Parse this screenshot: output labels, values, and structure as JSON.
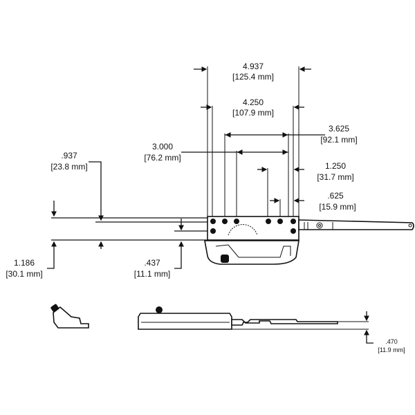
{
  "dimensions": {
    "overall_width": {
      "inch": "4.937",
      "mm": "[125.4 mm]"
    },
    "inner_width": {
      "inch": "4.250",
      "mm": "[107.9 mm]"
    },
    "hole_span_a": {
      "inch": "3.625",
      "mm": "[92.1 mm]"
    },
    "hole_span_b": {
      "inch": "3.000",
      "mm": "[76.2 mm]"
    },
    "arm_offset": {
      "inch": ".937",
      "mm": "[23.8 mm]"
    },
    "hole_span_c": {
      "inch": "1.250",
      "mm": "[31.7 mm]"
    },
    "hole_span_d": {
      "inch": ".625",
      "mm": "[15.9 mm]"
    },
    "total_height": {
      "inch": "1.186",
      "mm": "[30.1 mm]"
    },
    "base_height": {
      "inch": ".437",
      "mm": "[11.1 mm]"
    },
    "arm_height": {
      "inch": ".470",
      "mm": "[11.9 mm]"
    }
  },
  "colors": {
    "ink": "#111111",
    "background": "#ffffff"
  }
}
